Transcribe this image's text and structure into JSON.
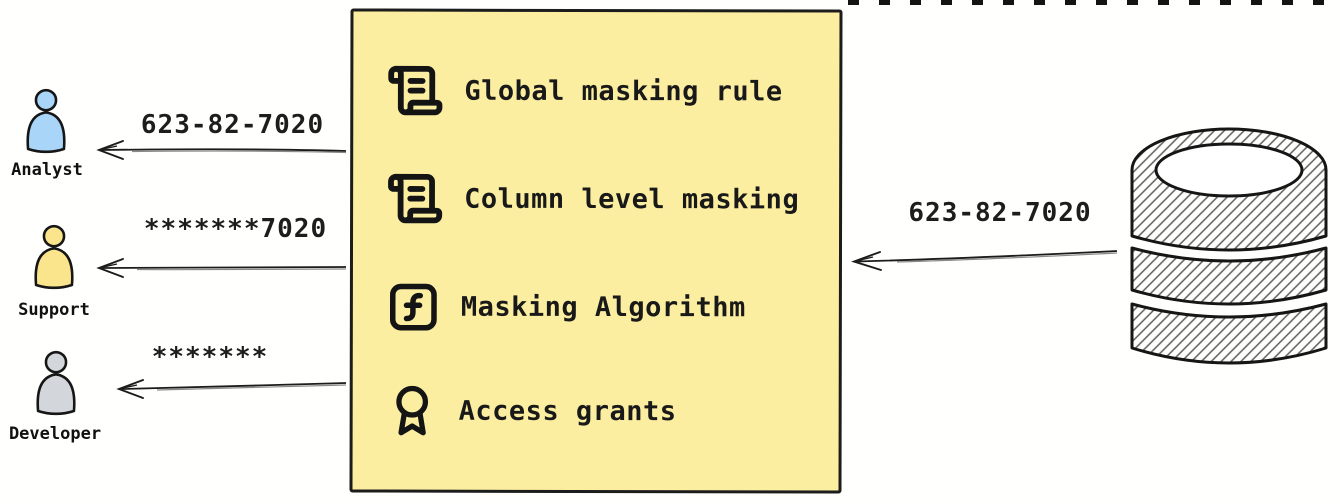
{
  "personas": [
    {
      "label": "Analyst",
      "value": "623-82-7020",
      "fill": "#a9d5f8"
    },
    {
      "label": "Support",
      "value": "*******7020",
      "fill": "#fae58c"
    },
    {
      "label": "Developer",
      "value": "*******",
      "fill": "#d3d6da"
    }
  ],
  "masking_box": {
    "background": "#fbeea0",
    "border_color": "#1c1c1c",
    "items": [
      {
        "icon": "scroll-text-icon",
        "label": "Global masking rule"
      },
      {
        "icon": "scroll-text-icon",
        "label": "Column level masking"
      },
      {
        "icon": "function-square-icon",
        "label": "Masking Algorithm"
      },
      {
        "icon": "award-icon",
        "label": "Access grants"
      }
    ]
  },
  "database": {
    "icon": "database-icon",
    "value": "623-82-7020"
  }
}
